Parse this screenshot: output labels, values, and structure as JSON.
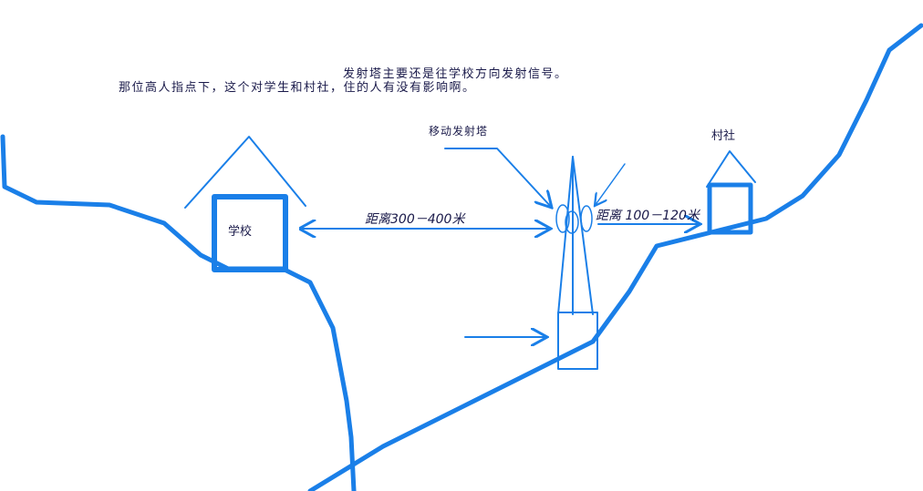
{
  "title_line1": "发射塔主要还是往学校方向发射信号。",
  "title_line2": "那位高人指点下，这个对学生和村社，住的人有没有影响啊。",
  "school_label": "学校",
  "village_label": "村社",
  "tower_label": "移动发射塔",
  "distance_school": "距离300－400米",
  "distance_village": "距离 100－120米",
  "colors": {
    "line": "#1a7fe8",
    "text": "#1a1a4a"
  }
}
